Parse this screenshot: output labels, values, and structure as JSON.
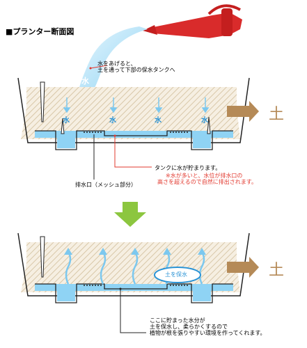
{
  "title": "■プランター断面図",
  "annotations": {
    "watering_line1": "水をあげると、",
    "watering_line2": "土を通って下部の保水タンクへ",
    "tank_line1": "タンクに水が貯まります。",
    "tank_warn_line1": "※水が多いと、水位が排水口の",
    "tank_warn_line2": "高さを超えるので自然に排出されます。",
    "drain": "排水口（メッシュ部分）",
    "bottom_line1": "ここに貯まった水分が",
    "bottom_line2": "土を保水し、柔らかくするので",
    "bottom_line3": "植物が根を張りやすい環境を作ってくれます。"
  },
  "labels": {
    "water": "水",
    "soil": "土",
    "keep_soil": "土を保水"
  },
  "colors": {
    "water_blue": "#8fd3f4",
    "soil_hatch": "#d8c7a8",
    "soil_arrow": "#b58a57",
    "can_red": "#d92b2b",
    "transition_arrow": "#8cc63f",
    "warning_text": "#e2382e"
  }
}
